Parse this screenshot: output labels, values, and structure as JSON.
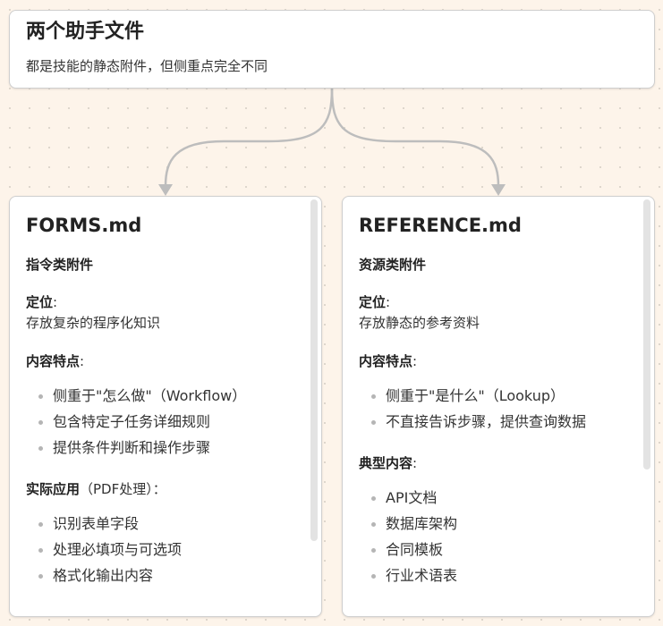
{
  "top": {
    "title": "两个助手文件",
    "subtitle": "都是技能的静态附件，但侧重点完全不同"
  },
  "colors": {
    "background": "#fdf4ea",
    "card": "#ffffff",
    "border": "#cfcfcf",
    "connector": "#bdbdbd",
    "text": "#222222",
    "bullet": "#b5b5b5"
  },
  "forms": {
    "title": "FORMS.md",
    "subtitle": "指令类附件",
    "positioning": {
      "label": "定位",
      "colon": ":",
      "text": "存放复杂的程序化知识"
    },
    "features": {
      "label": "内容特点",
      "colon": ":",
      "items": [
        "侧重于\"怎么做\"（Workflow）",
        "包含特定子任务详细规则",
        "提供条件判断和操作步骤"
      ]
    },
    "application": {
      "label": "实际应用",
      "suffix": "（PDF处理）：",
      "items": [
        "识别表单字段",
        "处理必填项与可选项",
        "格式化输出内容"
      ]
    }
  },
  "reference": {
    "title": "REFERENCE.md",
    "subtitle": "资源类附件",
    "positioning": {
      "label": "定位",
      "colon": ":",
      "text": "存放静态的参考资料"
    },
    "features": {
      "label": "内容特点",
      "colon": ":",
      "items": [
        "侧重于\"是什么\"（Lookup）",
        "不直接告诉步骤，提供查询数据"
      ]
    },
    "typical": {
      "label": "典型内容",
      "colon": ":",
      "items": [
        "API文档",
        "数据库架构",
        "合同模板",
        "行业术语表"
      ]
    }
  }
}
